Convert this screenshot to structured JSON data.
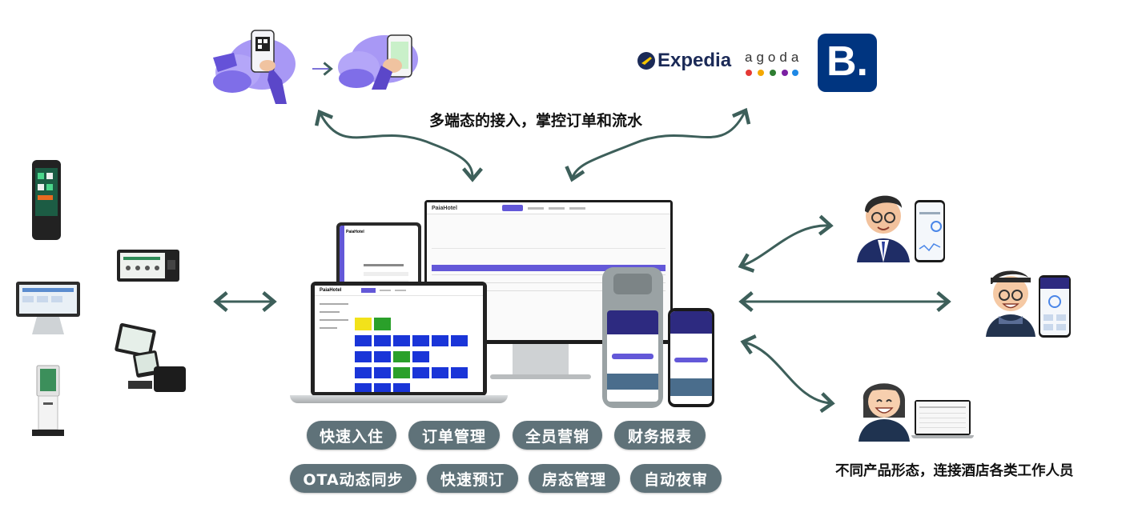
{
  "top_caption": "多端态的接入，掌控订单和流水",
  "right_caption": "不同产品形态，连接酒店各类工作人员",
  "feature_pills": [
    "快速入住",
    "订单管理",
    "全员营销",
    "财务报表",
    "OTA动态同步",
    "快速预订",
    "房态管理",
    "自动夜审"
  ],
  "partners": {
    "expedia": "Expedia",
    "agoda": "agoda",
    "booking": "B."
  },
  "app_brand": "PaiaHotel",
  "colors": {
    "arrow": "#3d5f5a",
    "pill": "#5f7279",
    "booking": "#003580",
    "cloud": "#9b8cf0",
    "room_blue": "#1a35d8",
    "room_green": "#2aa02a",
    "room_yellow": "#f2e21a"
  }
}
